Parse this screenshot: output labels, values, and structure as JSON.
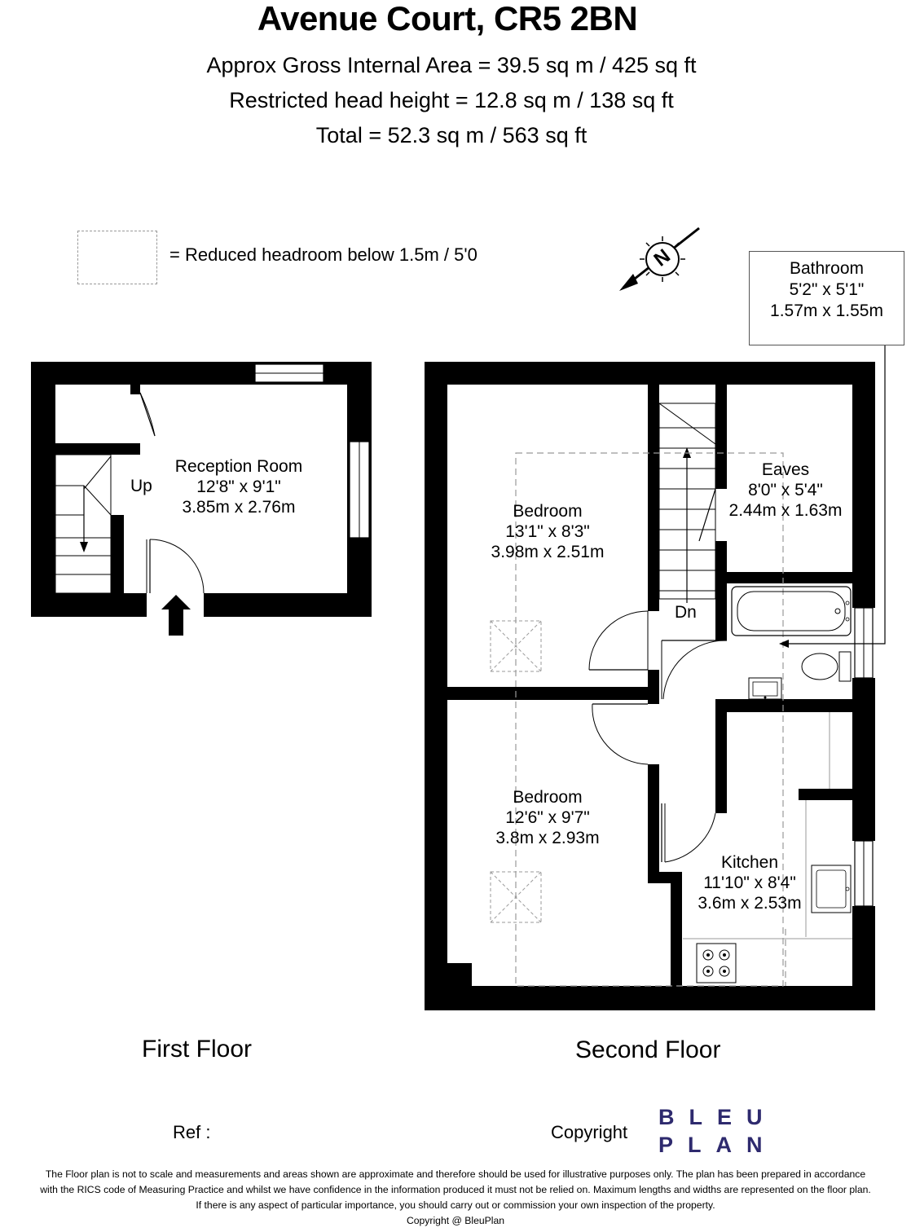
{
  "header": {
    "title": "Avenue Court, CR5 2BN",
    "gross_area": "Approx Gross Internal Area = 39.5 sq m / 425 sq ft",
    "restricted_area": "Restricted head height = 12.8 sq m / 138 sq ft",
    "total_area": "Total = 52.3 sq m / 563 sq ft"
  },
  "legend": {
    "text": "= Reduced headroom below 1.5m / 5'0"
  },
  "compass": {
    "letter": "N",
    "icon": "compass-north-icon"
  },
  "rooms": {
    "reception": {
      "name": "Reception Room",
      "imperial": "12'8\" x 9'1\"",
      "metric": "3.85m x 2.76m"
    },
    "bedroom1": {
      "name": "Bedroom",
      "imperial": "13'1\" x 8'3\"",
      "metric": "3.98m x 2.51m"
    },
    "eaves": {
      "name": "Eaves",
      "imperial": "8'0\" x 5'4\"",
      "metric": "2.44m x 1.63m"
    },
    "bathroom": {
      "name": "Bathroom",
      "imperial": "5'2\" x 5'1\"",
      "metric": "1.57m x 1.55m"
    },
    "bedroom2": {
      "name": "Bedroom",
      "imperial": "12'6\" x 9'7\"",
      "metric": "3.8m x 2.93m"
    },
    "kitchen": {
      "name": "Kitchen",
      "imperial": "11'10\" x 8'4\"",
      "metric": "3.6m x 2.53m"
    }
  },
  "stairs": {
    "up": "Up",
    "down": "Dn"
  },
  "floors": {
    "first": "First Floor",
    "second": "Second Floor"
  },
  "footer": {
    "ref": "Ref  :",
    "copyright": "Copyright",
    "logo_line1": "BLEU",
    "logo_line2": "PLAN",
    "disclaimer_1": "The Floor plan is not to scale and measurements and areas shown are approximate and therefore should be used for illustrative purposes only. The plan has been prepared in accordance",
    "disclaimer_2": "with the RICS code of Measuring Practice and whilst we have confidence in the information produced it must not be relied on. Maximum lengths and widths are represented on the floor plan.",
    "disclaimer_3": "If there is any aspect of particular importance, you should carry out or commission your own inspection of the property.",
    "disclaimer_4": "Copyright @ BleuPlan"
  },
  "colors": {
    "wall": "#000000",
    "logo": "#2e2a6e",
    "dashed": "#999999"
  }
}
